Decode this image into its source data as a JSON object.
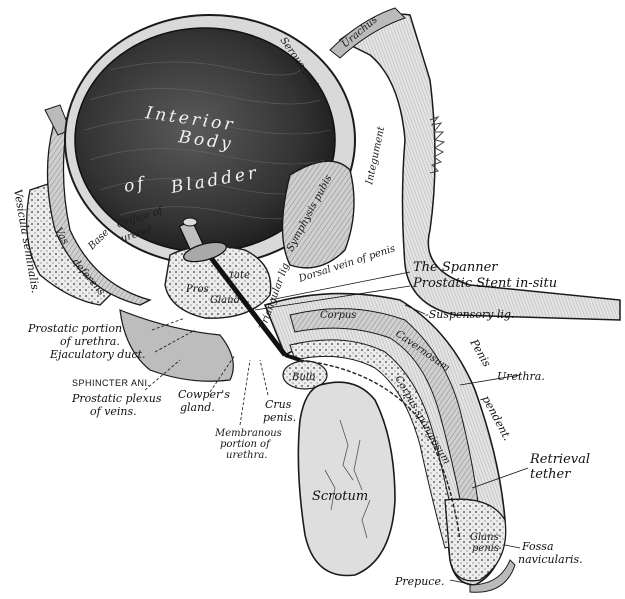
{
  "labels": {
    "spanner": "The Spanner",
    "stent": "Prostatic Stent in-situ",
    "suspensory": "-Suspensory lig.",
    "penis": "Penis",
    "urethra": "Urethra.",
    "pendent": "pendent.",
    "retrieval": "Retrieval",
    "tether": "tether",
    "fossa": "Fossa",
    "navicularis": "navicularis.",
    "prepuce": "Prepuce.",
    "prostatic_portion": "Prostatic portion",
    "of_urethra": "of urethra.",
    "ejaculatory": "Ejaculatory duct.",
    "sphincter": "SPHINCTER ANI.",
    "plexus": "Prostatic plexus",
    "of_veins": "of veins.",
    "cowpers": "Cowper's",
    "gland": "gland.",
    "crus": "Crus",
    "crus_penis": "penis.",
    "membranous": "Membranous",
    "portion_of": "portion of",
    "membranous_urethra": "urethra.",
    "vesicula": "Vesicula seminalis.",
    "urachus": "Urachus",
    "integument": "Integument",
    "symphysis": "Symphysis pubis",
    "serous": "Serous coat",
    "interior": "Interior",
    "body_of": "Body",
    "of_word": "of",
    "bladder": "Bladder",
    "orifice": "Orifice of",
    "ureter": "ureter",
    "base": "Base",
    "vas": "Vas",
    "deferens": "deferens",
    "prostate1": "Pros",
    "prostate2": "tate",
    "prostate3": "Gland",
    "triangular": "Triangular lig.",
    "dorsal": "Dorsal vein of penis",
    "corpus": "Corpus",
    "cavernosum": "Cavernosum",
    "spongiosum": "Corpus spongiosum",
    "bulb": "Bulb",
    "scrotum": "Scrotum",
    "glans1": "Glans",
    "glans2": "penis"
  },
  "colors": {
    "bladder_interior": "#3a3a3a",
    "tissue": "#d6d6d6",
    "outline": "#1a1a1a",
    "stent": "#222222",
    "background": "#ffffff"
  }
}
